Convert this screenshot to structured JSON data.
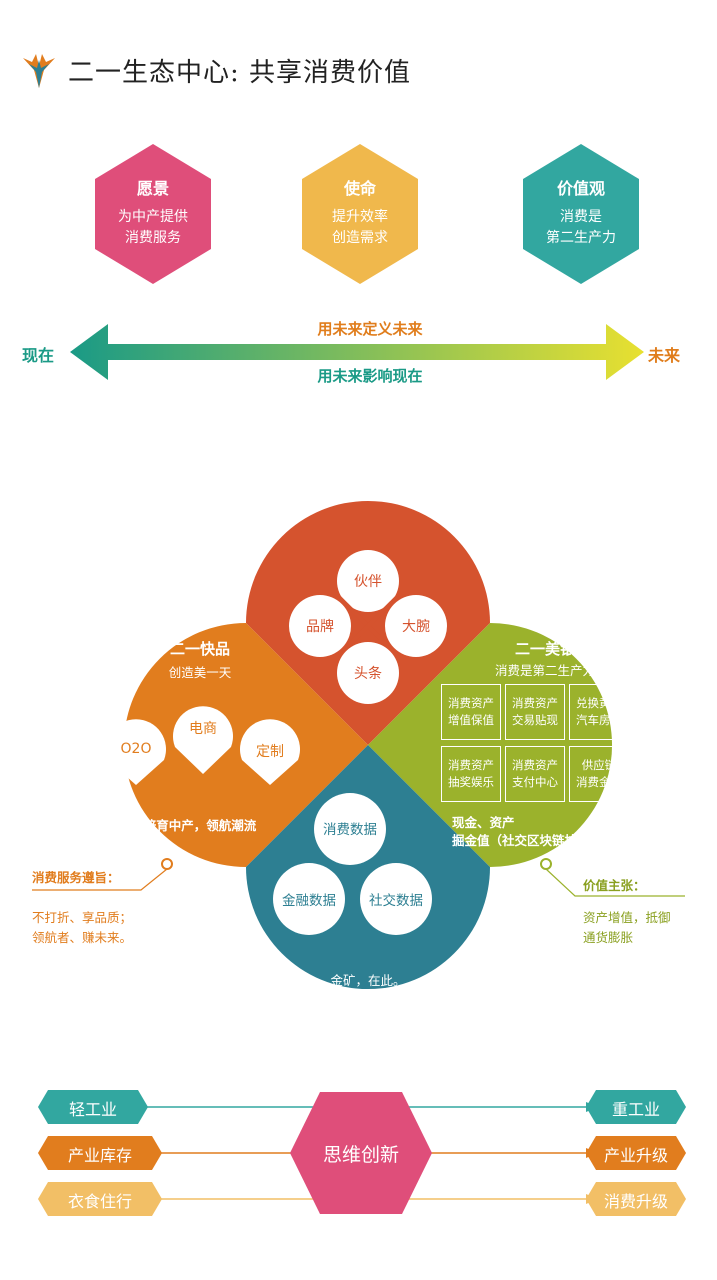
{
  "header": {
    "title": "二一生态中心: 共享消费价值",
    "logo_icon": "phoenix-logo-icon"
  },
  "hexagons": [
    {
      "title": "愿景",
      "line1": "为中产提供",
      "line2": "消费服务",
      "color": "#df4e7a"
    },
    {
      "title": "使命",
      "line1": "提升效率",
      "line2": "创造需求",
      "color": "#f0b84c"
    },
    {
      "title": "价值观",
      "line1": "消费是",
      "line2": "第二生产力",
      "color": "#32a7a0"
    }
  ],
  "timeline": {
    "left": "现在",
    "right": "未来",
    "top_label": "用未来定义未来",
    "bottom_label": "用未来影响现在",
    "colors": {
      "left": "#1a9a86",
      "right": "#e8e030",
      "left_label": "#1a9a86",
      "right_label": "#e07d1c",
      "top_label": "#e07d1c",
      "bottom_label": "#1a9a86"
    }
  },
  "petals": {
    "social": {
      "title": "二一社交",
      "subtitle": "分享创造价值",
      "items": [
        "伙伴",
        "品牌",
        "大腕",
        "头条"
      ],
      "color": "#d5532e"
    },
    "quick": {
      "title": "二一快品",
      "subtitle": "创造美一天",
      "items": [
        "O2O",
        "电商",
        "定制"
      ],
      "footer": "培育中产，领航潮流",
      "color": "#e17d1e"
    },
    "silver": {
      "title": "二一美银",
      "subtitle": "消费是第二生产力",
      "cells": [
        [
          "消费资产",
          "增值保值"
        ],
        [
          "消费资产",
          "交易贴现"
        ],
        [
          "兑换黄金",
          "汽车房子"
        ],
        [
          "消费资产",
          "抽奖娱乐"
        ],
        [
          "消费资产",
          "支付中心"
        ],
        [
          "供应链",
          "消费金融"
        ]
      ],
      "footer1": "现金、资产",
      "footer2": "掘金值（社交区块链技术）",
      "color": "#9bb22c"
    },
    "data": {
      "title": "二一大数据",
      "subtitle": "金矿，在此。",
      "items": [
        "消费数据",
        "金融数据",
        "社交数据"
      ],
      "color": "#2d7f92"
    }
  },
  "notes": {
    "left": {
      "heading": "消费服务遵旨：",
      "line1": "不打折、享品质；",
      "line2": "领航者、赚未来。"
    },
    "right": {
      "heading": "价值主张：",
      "line1": "资产增值，抵御",
      "line2": "通货膨胀"
    }
  },
  "bottom": {
    "center": "思维创新",
    "center_color": "#df4e7a",
    "rows": [
      {
        "left": "轻工业",
        "right": "重工业",
        "color": "#32a7a0"
      },
      {
        "left": "产业库存",
        "right": "产业升级",
        "color": "#e17d1e"
      },
      {
        "left": "衣食住行",
        "right": "消费升级",
        "color": "#f2bf66"
      }
    ]
  }
}
